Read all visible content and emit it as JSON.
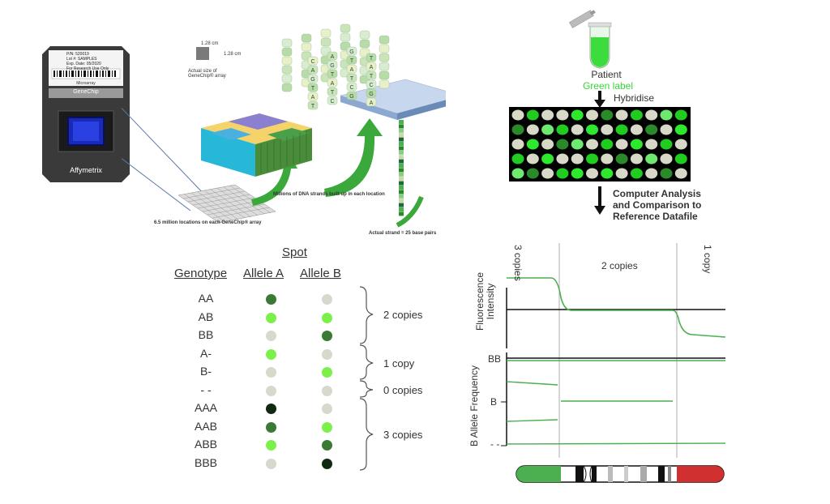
{
  "chip": {
    "label_lines": [
      "P/N: 520019",
      "Lot #: SAMPLES",
      "Exp. Date: 05/2020",
      "For Research Use Only"
    ],
    "microarray": "Microarray",
    "genechip": "GeneChip",
    "brand": "Affymetrix"
  },
  "array_diagram": {
    "size_w": "1.28 cm",
    "size_h": "1.28 cm",
    "actual_size_caption": "Actual size of GeneChip® array",
    "locations_caption": "6.5 million locations on each GeneChip® array",
    "strands_caption": "Millions of DNA strands built up in each location",
    "actual_strand_caption": "Actual strand = 25 base pairs",
    "letters": [
      "A",
      "T",
      "C",
      "G",
      "A",
      "T",
      "C",
      "A",
      "G",
      "T"
    ]
  },
  "spot_table": {
    "title": "Spot",
    "col_genotype": "Genotype",
    "col_allele_a": "Allele A",
    "col_allele_b": "Allele B",
    "rows": [
      {
        "genotype": "AA",
        "a_color": "#3a7a34",
        "b_color": "#d6d9cc"
      },
      {
        "genotype": "AB",
        "a_color": "#7cf04a",
        "b_color": "#7cf04a"
      },
      {
        "genotype": "BB",
        "a_color": "#d6d9cc",
        "b_color": "#3a7a34"
      },
      {
        "genotype": "A-",
        "a_color": "#7cf04a",
        "b_color": "#d6d9cc"
      },
      {
        "genotype": "B-",
        "a_color": "#d6d9cc",
        "b_color": "#7cf04a"
      },
      {
        "genotype": "- -",
        "a_color": "#d6d9cc",
        "b_color": "#d6d9cc"
      },
      {
        "genotype": "AAA",
        "a_color": "#0f2a10",
        "b_color": "#d6d9cc"
      },
      {
        "genotype": "AAB",
        "a_color": "#3a7a34",
        "b_color": "#7cf04a"
      },
      {
        "genotype": "ABB",
        "a_color": "#7cf04a",
        "b_color": "#3a7a34"
      },
      {
        "genotype": "BBB",
        "a_color": "#d6d9cc",
        "b_color": "#0f2a10"
      }
    ],
    "groups": [
      "2 copies",
      "1 copy",
      "0 copies",
      "3 copies"
    ]
  },
  "workflow": {
    "patient": "Patient",
    "green_label": "Green label",
    "hybridise": "Hybridise",
    "analysis_lines": [
      "Computer Analysis",
      "and Comparison to",
      "Reference Datafile"
    ],
    "grid_rows": [
      [
        "#d8d8c8",
        "#1fcc1f",
        "#d8d8c8",
        "#d8d8c8",
        "#2ee82e",
        "#d8d8c8",
        "#2a8a2a",
        "#d8d8c8",
        "#1fcc1f",
        "#d8d8c8",
        "#6fe86f",
        "#1fcc1f"
      ],
      [
        "#2a8a2a",
        "#d8d8c8",
        "#6fe86f",
        "#1fcc1f",
        "#d8d8c8",
        "#2ee82e",
        "#d8d8c8",
        "#1fcc1f",
        "#d8d8c8",
        "#2a8a2a",
        "#d8d8c8",
        "#2ee82e"
      ],
      [
        "#d8d8c8",
        "#2ee82e",
        "#d8d8c8",
        "#2a8a2a",
        "#6fe86f",
        "#d8d8c8",
        "#1fcc1f",
        "#d8d8c8",
        "#2ee82e",
        "#d8d8c8",
        "#1fcc1f",
        "#d8d8c8"
      ],
      [
        "#1fcc1f",
        "#d8d8c8",
        "#2ee82e",
        "#d8d8c8",
        "#d8d8c8",
        "#1fcc1f",
        "#d8d8c8",
        "#2a8a2a",
        "#d8d8c8",
        "#6fe86f",
        "#d8d8c8",
        "#1fcc1f"
      ],
      [
        "#6fe86f",
        "#2a8a2a",
        "#d8d8c8",
        "#1fcc1f",
        "#2ee82e",
        "#d8d8c8",
        "#2ee82e",
        "#d8d8c8",
        "#1fcc1f",
        "#d8d8c8",
        "#2a8a2a",
        "#d8d8c8"
      ]
    ]
  },
  "cnv_plot": {
    "regions": [
      "3 copies",
      "2 copies",
      "1 copy"
    ],
    "ylabel_top": "Fluorescence Intensity",
    "ylabel_bottom": "B Allele Frequency",
    "baf_ticks": [
      "BB",
      "B",
      "- -"
    ]
  },
  "colors": {
    "green": "#4caf50",
    "bright_green": "#39d439",
    "red": "#d03030"
  }
}
